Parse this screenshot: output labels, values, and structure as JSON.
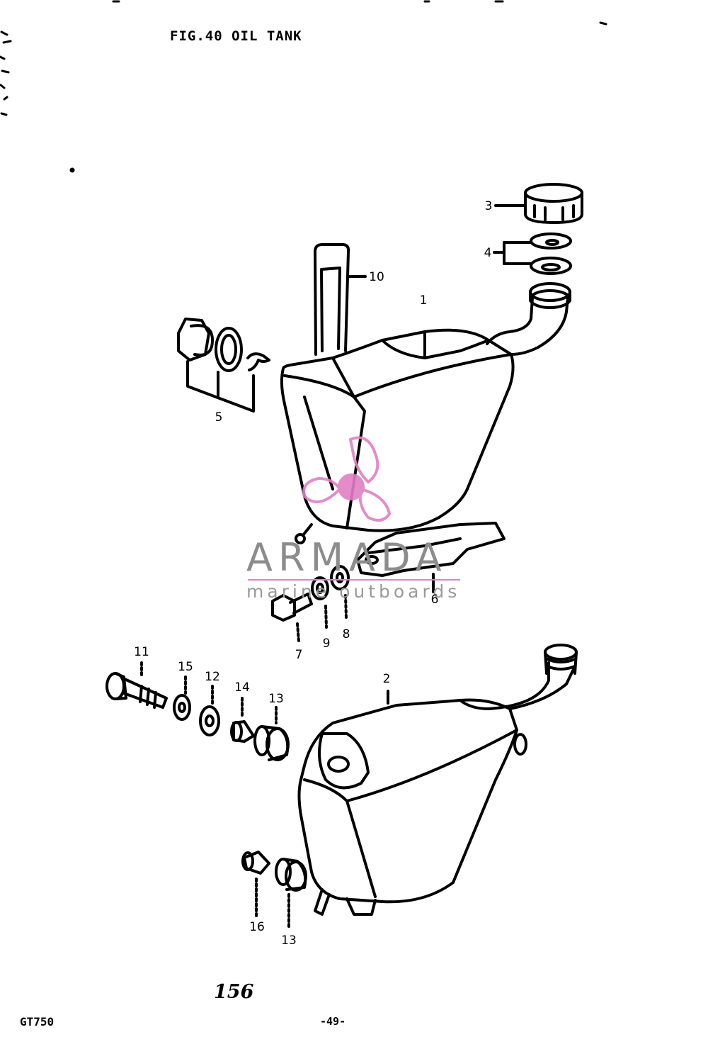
{
  "figure": {
    "title": "FIG.40 OIL TANK",
    "page_number": "156",
    "model": "GT750",
    "sub_page": "-49-"
  },
  "callouts": [
    {
      "id": "c1",
      "text": "1"
    },
    {
      "id": "c2",
      "text": "2"
    },
    {
      "id": "c3",
      "text": "3"
    },
    {
      "id": "c4",
      "text": "4"
    },
    {
      "id": "c5",
      "text": "5"
    },
    {
      "id": "c6",
      "text": "6"
    },
    {
      "id": "c7",
      "text": "7"
    },
    {
      "id": "c8",
      "text": "8"
    },
    {
      "id": "c9",
      "text": "9"
    },
    {
      "id": "c10",
      "text": "10"
    },
    {
      "id": "c11",
      "text": "11"
    },
    {
      "id": "c12",
      "text": "12"
    },
    {
      "id": "c13a",
      "text": "13"
    },
    {
      "id": "c13b",
      "text": "13"
    },
    {
      "id": "c14",
      "text": "14"
    },
    {
      "id": "c15",
      "text": "15"
    },
    {
      "id": "c16",
      "text": "16"
    }
  ],
  "watermark": {
    "name": "ARMADA",
    "tagline": "marine outboards",
    "logo_color": "#e27fc4",
    "text_color": "#8c8c8c"
  },
  "icons": {
    "logo": "propeller-logo-icon"
  }
}
